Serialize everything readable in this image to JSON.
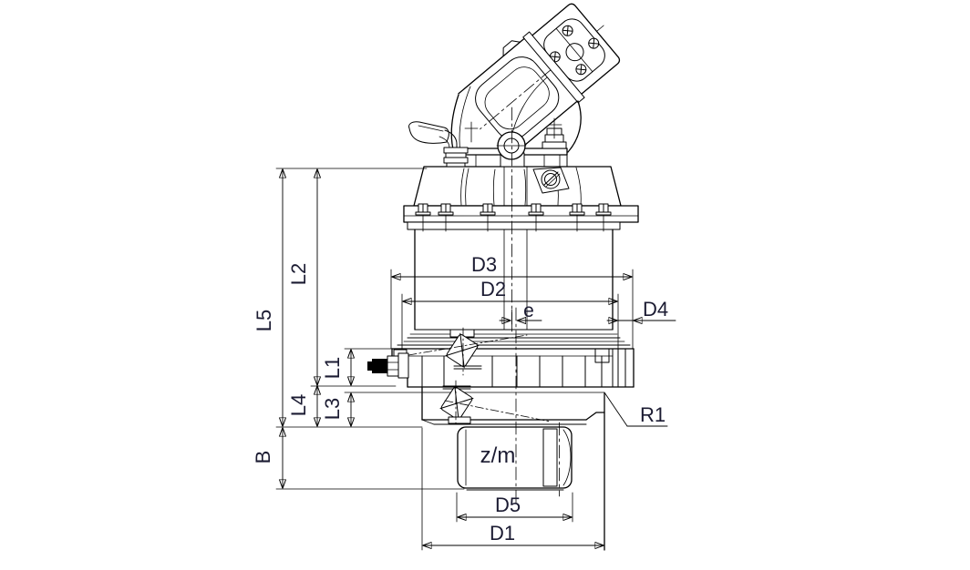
{
  "drawing": {
    "colors": {
      "background": "#ffffff",
      "line": "#000000",
      "text": "#1b1b32"
    },
    "labels": {
      "L5": "L5",
      "L2": "L2",
      "L1": "L1",
      "L4": "L4",
      "L3": "L3",
      "B": "B",
      "D3": "D3",
      "D2": "D2",
      "D4": "D4",
      "e": "e",
      "R1": "R1",
      "z_m": "z/m",
      "D5": "D5",
      "D1": "D1"
    }
  }
}
